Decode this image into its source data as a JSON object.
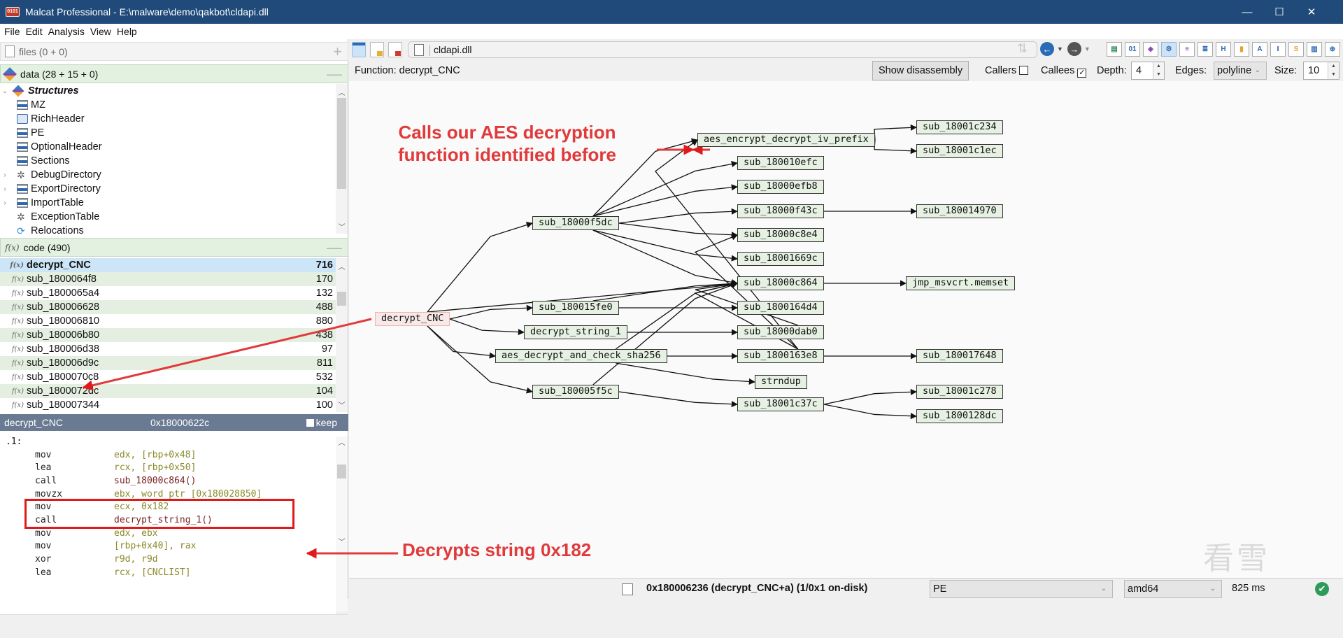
{
  "window": {
    "title": "Malcat Professional - E:\\malware\\demo\\qakbot\\cldapi.dll",
    "app_icon": "malcat-logo-icon",
    "controls": {
      "minimize": "—",
      "maximize": "☐",
      "close": "✕"
    }
  },
  "menu": [
    "File",
    "Edit",
    "Analysis",
    "View",
    "Help"
  ],
  "left": {
    "files_header": "files (0 + 0)",
    "data_header": "data (28 + 15 + 0)",
    "structures_label": "Structures",
    "tree": [
      {
        "label": "MZ",
        "icon": "struct-icon",
        "expandable": false
      },
      {
        "label": "RichHeader",
        "icon": "notebook-icon",
        "expandable": false
      },
      {
        "label": "PE",
        "icon": "struct-icon",
        "expandable": false
      },
      {
        "label": "OptionalHeader",
        "icon": "struct-icon",
        "expandable": false
      },
      {
        "label": "Sections",
        "icon": "struct-icon",
        "expandable": false
      },
      {
        "label": "DebugDirectory",
        "icon": "bug-icon",
        "expandable": true
      },
      {
        "label": "ExportDirectory",
        "icon": "struct-icon",
        "expandable": true
      },
      {
        "label": "ImportTable",
        "icon": "struct-icon",
        "expandable": true
      },
      {
        "label": "ExceptionTable",
        "icon": "bug-icon",
        "expandable": false
      },
      {
        "label": "Relocations",
        "icon": "refresh-icon",
        "expandable": false
      }
    ],
    "code_header": "code (490)",
    "functions": [
      {
        "name": "decrypt_CNC",
        "size": "716",
        "selected": true
      },
      {
        "name": "sub_1800064f8",
        "size": "170"
      },
      {
        "name": "sub_1800065a4",
        "size": "132"
      },
      {
        "name": "sub_180006628",
        "size": "488"
      },
      {
        "name": "sub_180006810",
        "size": "880"
      },
      {
        "name": "sub_180006b80",
        "size": "438"
      },
      {
        "name": "sub_180006d38",
        "size": "97"
      },
      {
        "name": "sub_180006d9c",
        "size": "811"
      },
      {
        "name": "sub_1800070c8",
        "size": "532"
      },
      {
        "name": "sub_1800072dc",
        "size": "104"
      },
      {
        "name": "sub_180007344",
        "size": "100"
      }
    ],
    "disasm_header": {
      "function": "decrypt_CNC",
      "address": "0x18000622c",
      "keep_label": "keep"
    },
    "disasm": [
      {
        "label": ".1:"
      },
      {
        "mnemonic": "mov",
        "operands": "edx, [rbp+0x48]"
      },
      {
        "mnemonic": "lea",
        "operands": "rcx, [rbp+0x50]"
      },
      {
        "mnemonic": "call",
        "operands": "sub_18000c864()"
      },
      {
        "mnemonic": "movzx",
        "operands": "ebx, word ptr [0x180028850]"
      },
      {
        "mnemonic": "mov",
        "operands": "ecx, 0x182"
      },
      {
        "mnemonic": "call",
        "operands": "decrypt_string_1()"
      },
      {
        "mnemonic": "mov",
        "operands": "edx, ebx"
      },
      {
        "mnemonic": "mov",
        "operands": "[rbp+0x40], rax"
      },
      {
        "mnemonic": "xor",
        "operands": "r9d, r9d"
      },
      {
        "mnemonic": "lea",
        "operands": "rcx, [CNCLIST]"
      }
    ]
  },
  "right": {
    "file_tab": "cldapi.dll",
    "function_label": "Function: decrypt_CNC",
    "show_disassembly": "Show disassembly",
    "callers_label": "Callers",
    "callers_checked": false,
    "callees_label": "Callees",
    "callees_checked": true,
    "depth_label": "Depth:",
    "depth_value": "4",
    "edges_label": "Edges:",
    "edges_value": "polyline",
    "size_label": "Size:",
    "size_value": "10",
    "view_icons": [
      "summary-icon",
      "hex-icon",
      "structure-icon",
      "graph-icon",
      "disasm-icon",
      "source-icon",
      "header-icon",
      "database-icon",
      "strings-icon",
      "text-icon",
      "script-icon",
      "chart-icon",
      "globe-icon"
    ]
  },
  "graph": {
    "nodes": [
      {
        "id": "decrypt_CNC",
        "root": true
      },
      {
        "id": "sub_18000f5dc"
      },
      {
        "id": "sub_180015fe0"
      },
      {
        "id": "decrypt_string_1"
      },
      {
        "id": "aes_decrypt_and_check_sha256"
      },
      {
        "id": "sub_180005f5c"
      },
      {
        "id": "aes_encrypt_decrypt_iv_prefix"
      },
      {
        "id": "sub_180010efc"
      },
      {
        "id": "sub_18000efb8"
      },
      {
        "id": "sub_18000f43c"
      },
      {
        "id": "sub_18000c8e4"
      },
      {
        "id": "sub_18001669c"
      },
      {
        "id": "sub_18000c864"
      },
      {
        "id": "sub_1800164d4"
      },
      {
        "id": "sub_18000dab0"
      },
      {
        "id": "sub_1800163e8"
      },
      {
        "id": "strndup"
      },
      {
        "id": "sub_18001c37c"
      },
      {
        "id": "sub_18001c234"
      },
      {
        "id": "sub_18001c1ec"
      },
      {
        "id": "sub_180014970"
      },
      {
        "id": "jmp_msvcrt.memset"
      },
      {
        "id": "sub_180017648"
      },
      {
        "id": "sub_18001c278"
      },
      {
        "id": "sub_1800128dc"
      }
    ],
    "edges": [
      [
        "decrypt_CNC",
        "sub_18000f5dc"
      ],
      [
        "decrypt_CNC",
        "sub_18000c864"
      ],
      [
        "decrypt_CNC",
        "sub_180015fe0"
      ],
      [
        "decrypt_CNC",
        "decrypt_string_1"
      ],
      [
        "decrypt_CNC",
        "aes_decrypt_and_check_sha256"
      ],
      [
        "decrypt_CNC",
        "sub_180005f5c"
      ],
      [
        "sub_18000f5dc",
        "aes_encrypt_decrypt_iv_prefix"
      ],
      [
        "sub_18000f5dc",
        "sub_180010efc"
      ],
      [
        "sub_18000f5dc",
        "sub_18000efb8"
      ],
      [
        "sub_18000f5dc",
        "sub_18000f43c"
      ],
      [
        "sub_18000f5dc",
        "sub_18000c8e4"
      ],
      [
        "sub_18000f5dc",
        "sub_18001669c"
      ],
      [
        "sub_18000f5dc",
        "sub_18000c864"
      ],
      [
        "sub_180015fe0",
        "sub_1800164d4"
      ],
      [
        "sub_180015fe0",
        "sub_18000c864"
      ],
      [
        "decrypt_string_1",
        "sub_18000dab0"
      ],
      [
        "aes_decrypt_and_check_sha256",
        "sub_1800163e8"
      ],
      [
        "aes_decrypt_and_check_sha256",
        "strndup"
      ],
      [
        "aes_decrypt_and_check_sha256",
        "sub_18000c864"
      ],
      [
        "sub_180005f5c",
        "sub_18001c37c"
      ],
      [
        "sub_180005f5c",
        "sub_18000c864"
      ],
      [
        "aes_encrypt_decrypt_iv_prefix",
        "sub_18001c234"
      ],
      [
        "aes_encrypt_decrypt_iv_prefix",
        "sub_18001c1ec"
      ],
      [
        "sub_18000f43c",
        "sub_180014970"
      ],
      [
        "sub_18000c864",
        "jmp_msvcrt.memset"
      ],
      [
        "sub_1800163e8",
        "aes_encrypt_decrypt_iv_prefix"
      ],
      [
        "sub_1800163e8",
        "sub_18000c8e4"
      ],
      [
        "sub_1800163e8",
        "sub_18000c864"
      ],
      [
        "sub_18000dab0",
        "sub_18000c864"
      ],
      [
        "sub_1800163e8",
        "sub_180017648"
      ],
      [
        "sub_18001c37c",
        "sub_18001c278"
      ],
      [
        "sub_18001c37c",
        "sub_1800128dc"
      ]
    ]
  },
  "annotations": {
    "aes_note": "Calls our AES decryption function identified before",
    "decrypt_note": "Decrypts string 0x182",
    "color": "#e03a3a"
  },
  "status": {
    "address": "0x180006236 (decrypt_CNC+a) (1/0x1 on-disk)",
    "format": "PE",
    "arch": "amd64",
    "time": "825 ms",
    "ok_icon": "✔"
  },
  "watermark": "看雪"
}
